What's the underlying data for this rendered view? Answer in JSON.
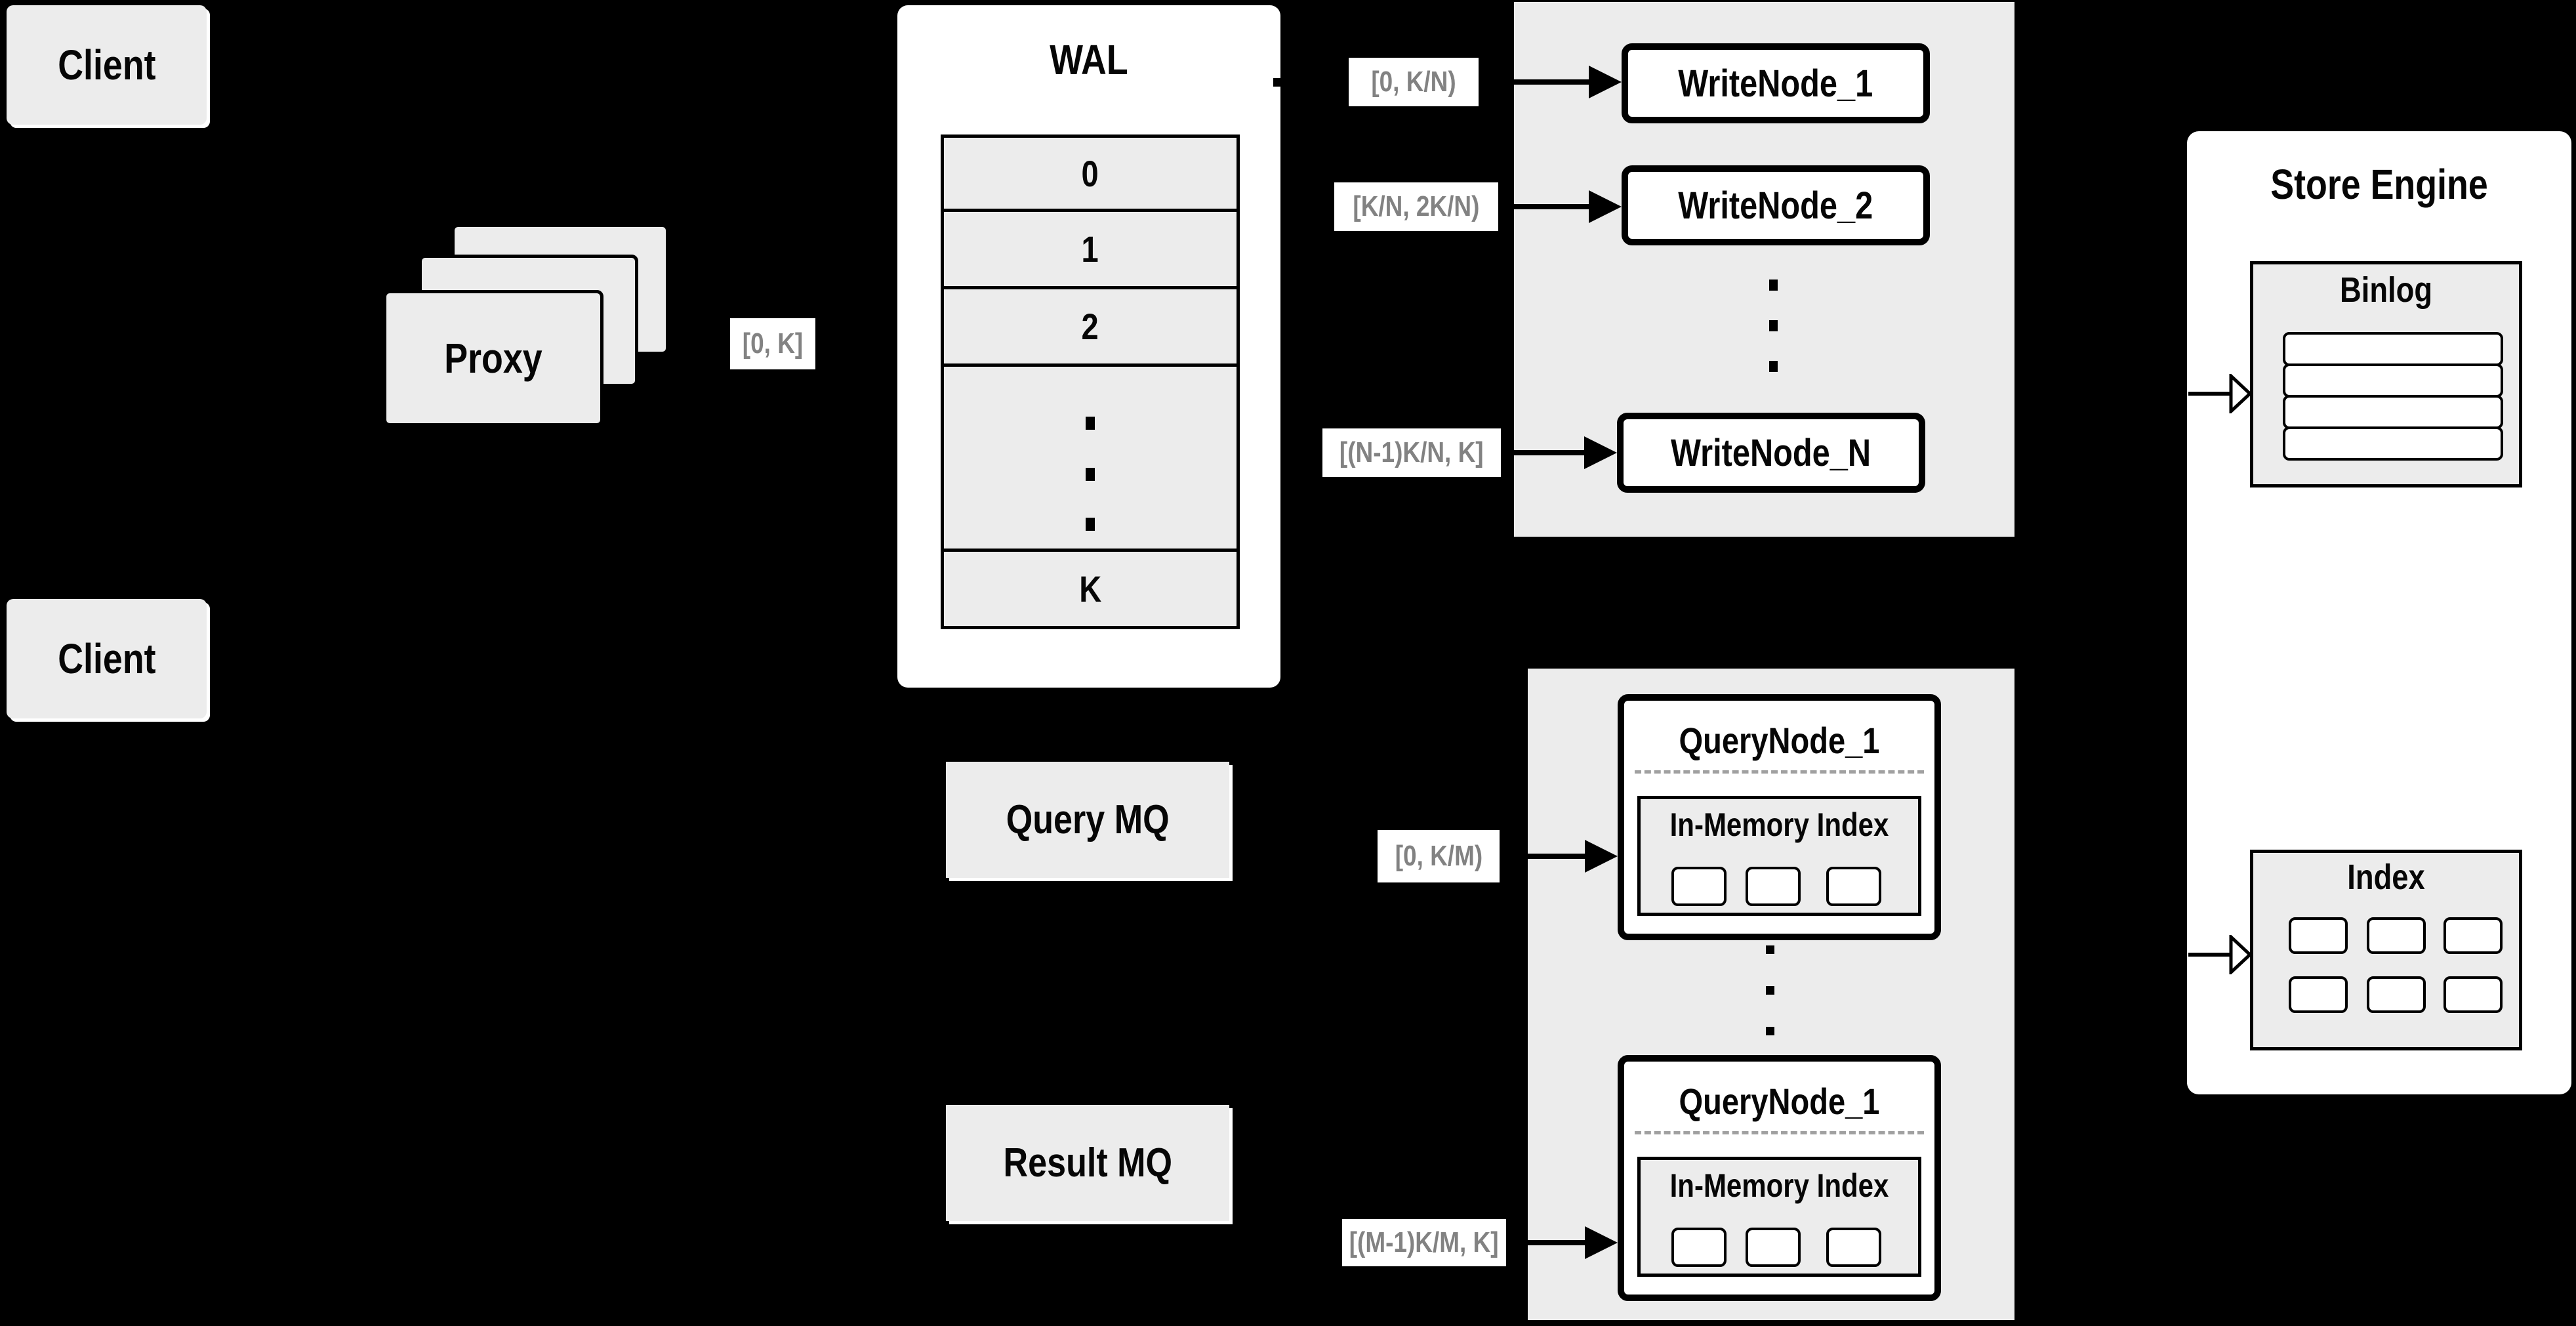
{
  "colors": {
    "background": "#000000",
    "box_fill": "#ececec",
    "node_fill": "#ffffff",
    "border": "#000000",
    "range_text": "#828282",
    "divider_dash": "#a0a0a0"
  },
  "client_top": {
    "label": "Client"
  },
  "client_bottom": {
    "label": "Client"
  },
  "proxy": {
    "label": "Proxy",
    "range_label": "[0, K]"
  },
  "wal": {
    "title": "WAL",
    "segments": [
      "0",
      "1",
      "2"
    ],
    "gap_indicator": "⋮",
    "last_segment": "K"
  },
  "write_nodes": {
    "items": [
      {
        "name": "WriteNode_1",
        "range": "[0, K/N)"
      },
      {
        "name": "WriteNode_2",
        "range": "[K/N, 2K/N)"
      },
      {
        "name": "WriteNode_N",
        "range": "[(N-1)K/N, K]"
      }
    ]
  },
  "query_mq": {
    "label": "Query MQ"
  },
  "result_mq": {
    "label": "Result MQ"
  },
  "query_nodes": {
    "items": [
      {
        "name": "QueryNode_1",
        "inner_title": "In-Memory Index",
        "range": "[0, K/M)"
      },
      {
        "name": "QueryNode_1",
        "inner_title": "In-Memory Index",
        "range": "[(M-1)K/M, K]"
      }
    ]
  },
  "store_engine": {
    "title": "Store Engine",
    "binlog_title": "Binlog",
    "index_title": "Index"
  }
}
